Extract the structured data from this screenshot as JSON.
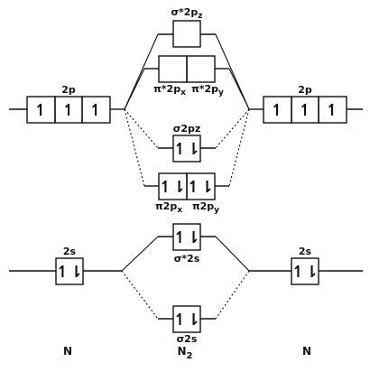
{
  "diagram": {
    "ink_color": "#111111",
    "left_atom": {
      "p_label": "2p",
      "s_label": "2s",
      "symbol": "N",
      "p_orbitals": [
        "↿",
        "↿",
        "↿"
      ],
      "s_orbital": "↿⇂"
    },
    "right_atom": {
      "p_label": "2p",
      "s_label": "2s",
      "symbol": "N",
      "p_orbitals": [
        "↿",
        "↿",
        "↿"
      ],
      "s_orbital": "↿⇂"
    },
    "molecule": {
      "symbol": "N",
      "subscript": "2",
      "sigma_star_2pz": {
        "label": "σ*2p",
        "sub": "z",
        "electrons": ""
      },
      "pi_star_2p": {
        "label_x": "π*2p",
        "sub_x": "x",
        "label_y": "π*2p",
        "sub_y": "y",
        "electrons": [
          "",
          ""
        ]
      },
      "sigma_2pz": {
        "label": "σ2pz",
        "electrons": "↿⇂"
      },
      "pi_2p": {
        "label_x": "π2p",
        "sub_x": "x",
        "label_y": "π2p",
        "sub_y": "y",
        "electrons": [
          "↿⇂",
          "↿⇂"
        ]
      },
      "sigma_star_2s": {
        "label": "σ*2s",
        "electrons": "↿⇂"
      },
      "sigma_2s": {
        "label": "σ2s",
        "electrons": "↿⇂"
      }
    }
  }
}
